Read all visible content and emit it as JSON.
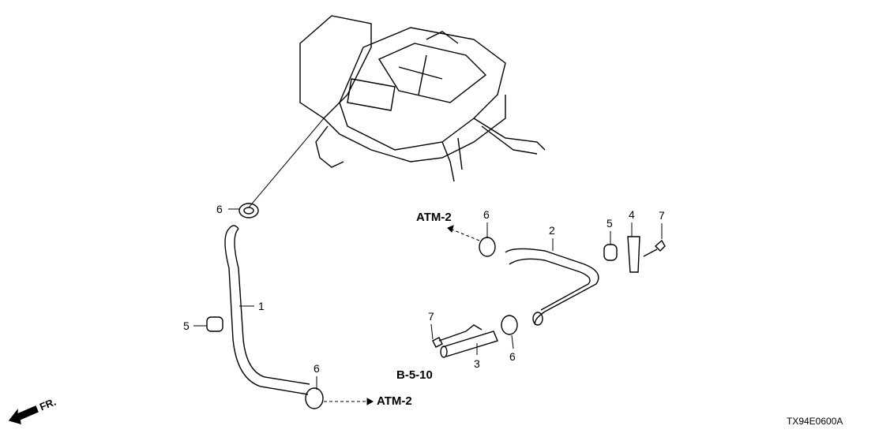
{
  "callouts": [
    {
      "id": "c6a",
      "text": "6"
    },
    {
      "id": "c1",
      "text": "1"
    },
    {
      "id": "c5a",
      "text": "5"
    },
    {
      "id": "c6b",
      "text": "6"
    },
    {
      "id": "c6c",
      "text": "6"
    },
    {
      "id": "c2",
      "text": "2"
    },
    {
      "id": "c5b",
      "text": "5"
    },
    {
      "id": "c4",
      "text": "4"
    },
    {
      "id": "c7a",
      "text": "7"
    },
    {
      "id": "c7b",
      "text": "7"
    },
    {
      "id": "c3",
      "text": "3"
    },
    {
      "id": "c6d",
      "text": "6"
    }
  ],
  "references": {
    "atm_top": "ATM-2",
    "atm_bottom": "ATM-2",
    "b510": "B-5-10"
  },
  "front_marker": "FR.",
  "diagram_code": "TX94E0600A"
}
